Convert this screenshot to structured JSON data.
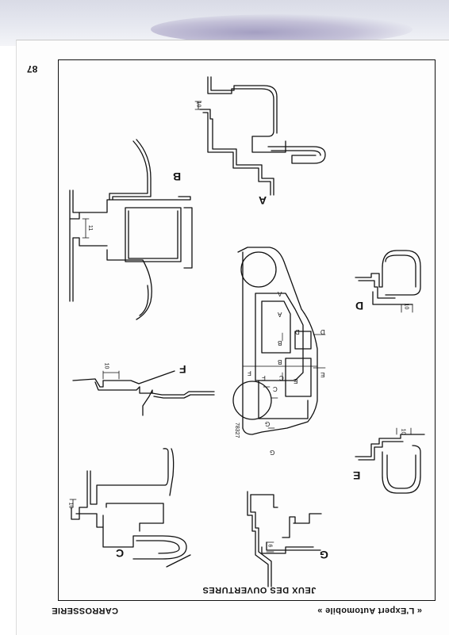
{
  "page": {
    "number": "87",
    "title": "JEUX DES OUVERTURES",
    "section": "CARROSSERIE",
    "publisher": "« L'Expert Automobile »",
    "figure_ref": "78327"
  },
  "views": {
    "A": {
      "label": "A",
      "dimension": "10"
    },
    "B": {
      "label": "B",
      "dimension": "11"
    },
    "C": {
      "label": "C",
      "dimension": "10"
    },
    "D": {
      "label": "D",
      "dimension": "10"
    },
    "E": {
      "label": "E",
      "dimension": "10"
    },
    "F": {
      "label": "F",
      "dimension": "10"
    },
    "G": {
      "label": "G",
      "dimension": "6"
    }
  },
  "car_markers": [
    "A",
    "A",
    "B",
    "B",
    "C",
    "C",
    "D",
    "D",
    "E",
    "E",
    "F",
    "F",
    "G",
    "G"
  ]
}
